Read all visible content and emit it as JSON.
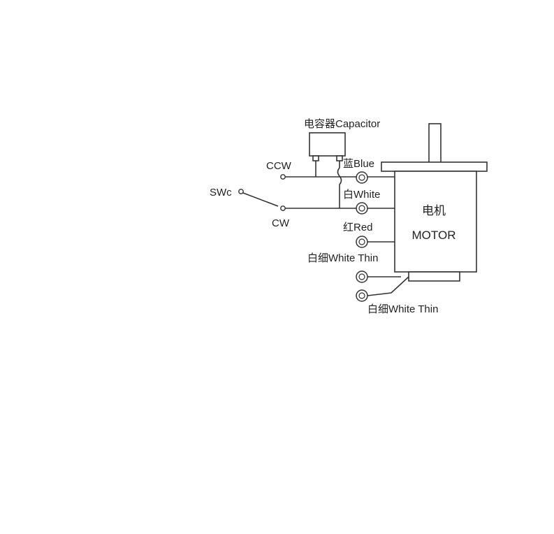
{
  "capacitor": {
    "label": "电容器Capacitor"
  },
  "switch": {
    "common_label": "SWc",
    "ccw_label": "CCW",
    "cw_label": "CW"
  },
  "motor": {
    "name_cn": "电机",
    "name_en": "MOTOR"
  },
  "wires": {
    "blue": "蓝Blue",
    "white": "白White",
    "red": "红Red",
    "white_thin_1": "白细White Thin",
    "white_thin_2": "白细White Thin"
  },
  "colors": {
    "line": "#333333",
    "background": "#ffffff"
  }
}
